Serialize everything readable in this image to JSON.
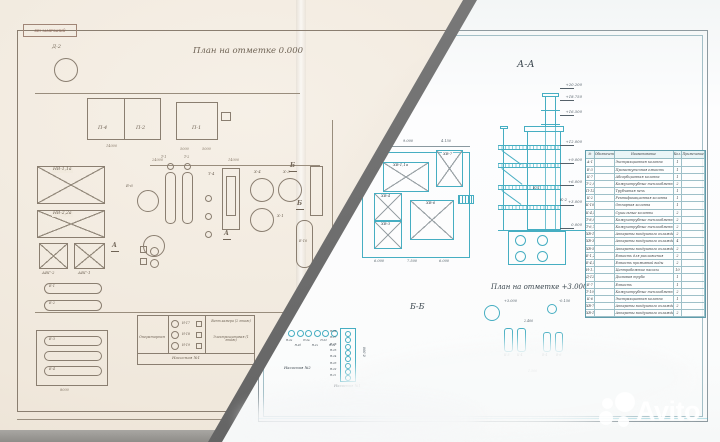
{
  "colors": {
    "cad_line": "#46aec2",
    "paper": "#f0e8dc",
    "split_band": "#6a6a6a",
    "watermark": "#ffffff"
  },
  "watermark": {
    "brand": "Avito"
  },
  "old": {
    "stamp": "БЕЗ ЗАМЕЧАНИЙ",
    "title": "План на отметке 0.000",
    "tags": {
      "d2": "Д-2",
      "p4": "П-4",
      "p2": "П-2",
      "p1": "П-1",
      "nv11a": "НВ-1,1а",
      "nv22a": "НВ-2,2а",
      "avg2": "АВГ-2",
      "avg1": "АВГ-1",
      "e1": "Е-1",
      "e2": "Е-2",
      "e3": "Е-3",
      "e4": "Е-4",
      "e6": "Е-6",
      "e10": "Е-10",
      "t1": "Т-1",
      "t2": "Т-2",
      "t4": "Т-4",
      "x1": "Х-1",
      "x3": "Х-3",
      "x4": "Х-4",
      "h17": "Н-17",
      "h18": "Н-18",
      "h19": "Н-19",
      "sec_a": "А",
      "sec_b": "Б"
    },
    "rooms": {
      "operator": "Операторная",
      "vent": "Вент.камера (2 этаж)",
      "elec": "Электрощитовая (1 этаж)",
      "pump": "Насосная №1"
    },
    "dims": {
      "d24000": "24000",
      "d14000a": "14000",
      "d14000b": "14000",
      "d5000a": "5000",
      "d5000b": "5000",
      "d8000": "8000"
    }
  },
  "cad": {
    "aa": {
      "title": "А-А",
      "k1": "К-1",
      "k2": "К-2",
      "elevations": [
        "+20.200",
        "+18.750",
        "+16.500",
        "+12.000",
        "+9.000",
        "+6.000",
        "+3.000",
        "0.000"
      ]
    },
    "plan": {
      "blocks": [
        "ХВ-1,1а",
        "ХВ-7",
        "ХВ-4",
        "ХВ-3",
        "ХВ-6"
      ],
      "dims_top": [
        "6.000",
        "9.000",
        "4.150"
      ],
      "dims_bottom": [
        "6.000",
        "7.500",
        "6.000"
      ],
      "dim_left": "8.700"
    },
    "plan3000": {
      "title": "План на отметке +3.000",
      "elev": "+3.000",
      "elev2": "-0.150",
      "k3": "К-3",
      "k4": "К-4",
      "v4": "В-4",
      "v6": "В-6",
      "dim1": "2.400",
      "dim2": "1.500"
    },
    "bb": {
      "title": "Б-Б",
      "room1": "Насосная №1",
      "room2": "Насосная №2",
      "dim": "8.000",
      "row_pumps": [
        "Н-2а",
        "Н-2б",
        "Н-2в",
        "Н-2г",
        "Н-2д",
        "Н-2е"
      ],
      "col_pumps": [
        "Н-28",
        "Н-27",
        "Н-26",
        "Н-25",
        "Н-24",
        "Н-23",
        "Н-22",
        "Н-21"
      ]
    },
    "table": {
      "headers": [
        "№",
        "Обозначение",
        "Наименование",
        "Кол.",
        "Примечание"
      ],
      "rows": [
        [
          "А-1",
          "",
          "Экстракционная колонна",
          "1",
          ""
        ],
        [
          "Е-3",
          "",
          "Промежуточная емкость",
          "1",
          ""
        ],
        [
          "К-7",
          "",
          "Абсорбционная колонна",
          "1",
          ""
        ],
        [
          "Т-2,9",
          "",
          "Кожухотрубные теплообменники",
          "2",
          ""
        ],
        [
          "П-12,1",
          "",
          "Трубчатая печь",
          "1",
          ""
        ],
        [
          "К-2",
          "",
          "Ректификационная колонна",
          "1",
          ""
        ],
        [
          "К-10",
          "",
          "Отпарная колонна",
          "1",
          ""
        ],
        [
          "К-4,5",
          "",
          "Сушильные колонны",
          "2",
          ""
        ],
        [
          "Т-8,9",
          "",
          "Кожухотрубные теплообменники",
          "2",
          ""
        ],
        [
          "Т-6,7",
          "",
          "Кожухотрубные теплообменники",
          "2",
          ""
        ],
        [
          "ХВ-1,2",
          "",
          "Аппараты воздушного охлаждения",
          "2",
          ""
        ],
        [
          "ХВ-3,4",
          "",
          "Аппараты воздушного охлаждения",
          "4",
          ""
        ],
        [
          "ХВ-5,6",
          "",
          "Аппараты воздушного охлаждения",
          "2",
          ""
        ],
        [
          "Е-1,2",
          "",
          "Емкость для разложения",
          "2",
          ""
        ],
        [
          "Е-4,5",
          "",
          "Емкость промывной воды",
          "2",
          ""
        ],
        [
          "Н-1...10",
          "",
          "Центробежные насосы",
          "10",
          ""
        ],
        [
          "Д-12",
          "",
          "Дымовая труба",
          "1",
          ""
        ],
        [
          "Е-7",
          "",
          "Емкость",
          "1",
          ""
        ],
        [
          "Т-10,11",
          "",
          "Кожухотрубные теплообменники",
          "2",
          ""
        ],
        [
          "К-6",
          "",
          "Экстракционная колонна",
          "1",
          ""
        ],
        [
          "ХВ-7,8",
          "",
          "Аппараты воздушного охлаждения",
          "2",
          ""
        ],
        [
          "ХВ-12",
          "",
          "Аппараты воздушного охлаждения",
          "2",
          ""
        ]
      ]
    }
  }
}
